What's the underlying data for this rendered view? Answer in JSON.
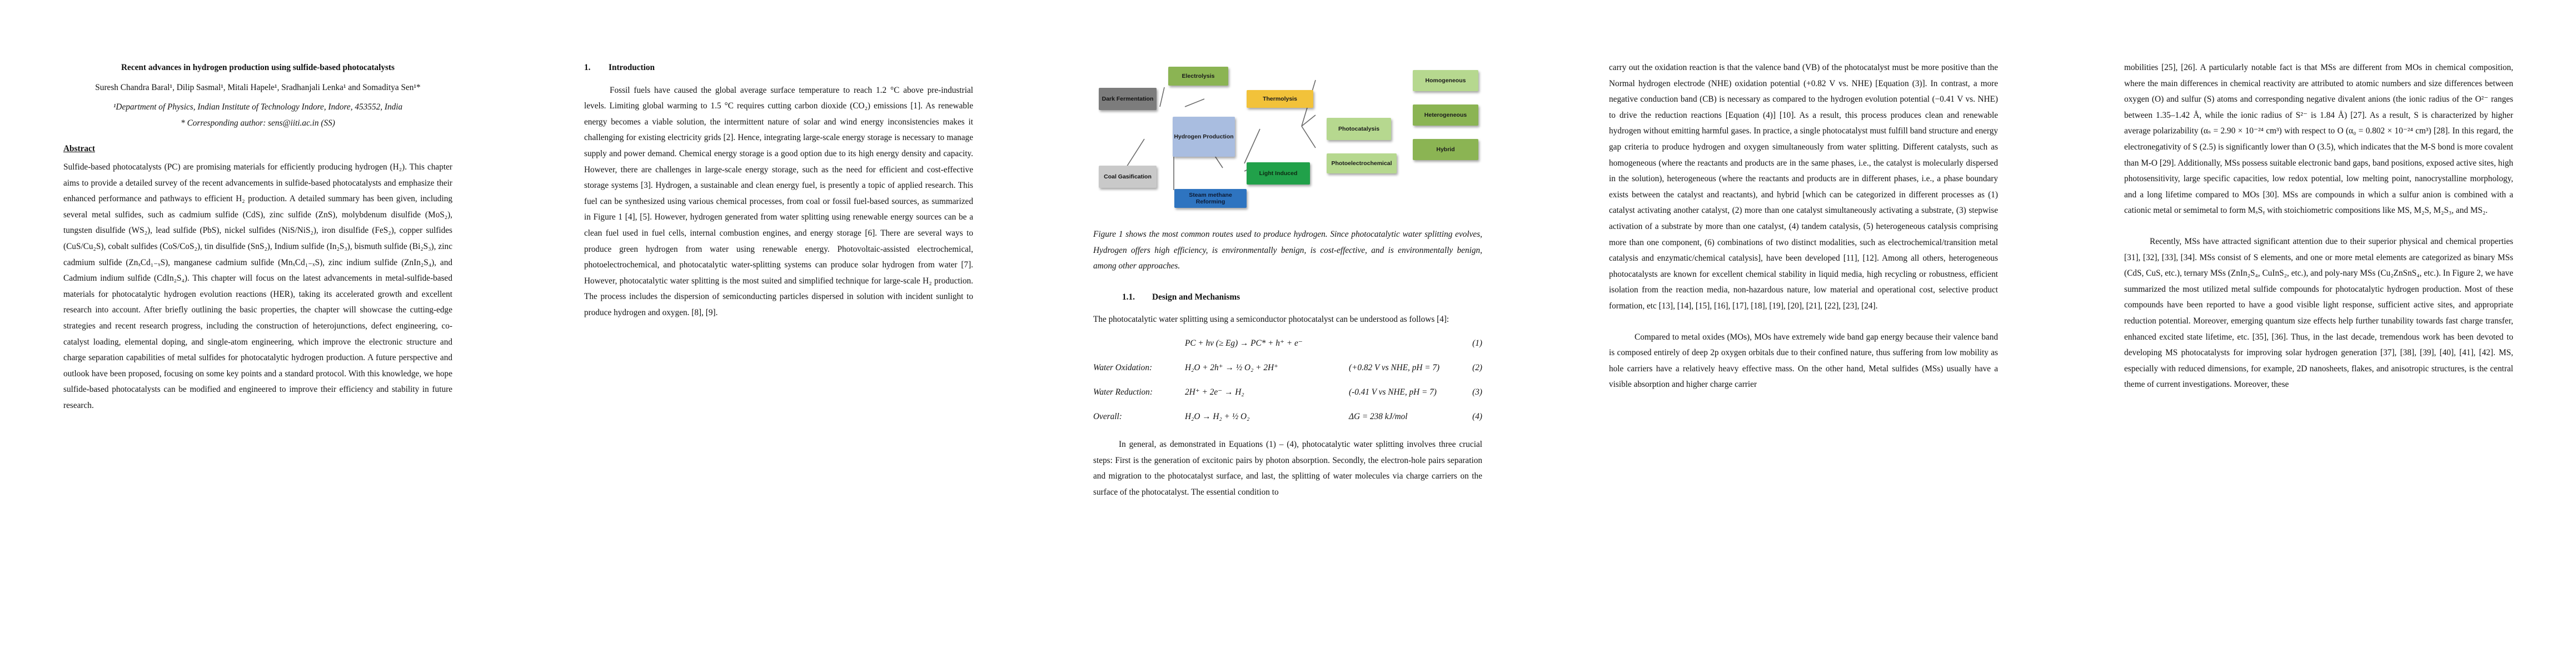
{
  "paper": {
    "title": "Recent advances in hydrogen production using sulfide-based photocatalysts",
    "authors": "Suresh Chandra Baral¹, Dilip Sasmal¹, Mitali Hapele¹, Sradhanjali Lenka¹ and Somaditya Sen¹*",
    "affiliation": "¹Department of Physics, Indian Institute of Technology Indore, Indore, 453552, India",
    "corresponding": "* Corresponding author: sens@iiti.ac.in (SS)",
    "abstract_heading": "Abstract",
    "abstract": "Sulfide-based photocatalysts (PC) are promising materials for efficiently producing hydrogen (H₂). This chapter aims to provide a detailed survey of the recent advancements in sulfide-based photocatalysts and emphasize their enhanced performance and pathways to efficient H₂ production. A detailed summary has been given, including several metal sulfides, such as cadmium sulfide (CdS), zinc sulfide (ZnS), molybdenum disulfide (MoS₂), tungsten disulfide (WS₂), lead sulfide (PbS), nickel sulfides (NiS/NiS₂), iron disulfide (FeS₂), copper sulfides (CuS/Cu₂S), cobalt sulfides (CoS/CoS₂), tin disulfide (SnS₂), Indium sulfide (In₂S₃), bismuth sulfide (Bi₂S₃), zinc cadmium sulfide (ZnₓCd₁₋ₓS), manganese cadmium sulfide (MnₓCd₁₋ₓS), zinc indium sulfide (ZnIn₂S₄), and Cadmium indium sulfide (CdIn₂S₄). This chapter will focus on the latest advancements in metal-sulfide-based materials for photocatalytic hydrogen evolution reactions (HER), taking its accelerated growth and excellent research into account. After briefly outlining the basic properties, the chapter will showcase the cutting-edge strategies and recent research progress, including the construction of heterojunctions, defect engineering, co-catalyst loading, elemental doping, and single-atom engineering, which improve the electronic structure and charge separation capabilities of metal sulfides for photocatalytic hydrogen production. A future perspective and outlook have been proposed, focusing on some key points and a standard protocol. With this knowledge, we hope sulfide-based photocatalysts can be modified and engineered to improve their efficiency and stability in future research."
  },
  "intro": {
    "heading_num": "1.",
    "heading": "Introduction",
    "para1": "Fossil fuels have caused the global average surface temperature to reach 1.2 °C above pre-industrial levels. Limiting global warming to 1.5 °C requires cutting carbon dioxide (CO₂) emissions [1]. As renewable energy becomes a viable solution, the intermittent nature of solar and wind energy inconsistencies makes it challenging for existing electricity grids [2]. Hence, integrating large-scale energy storage is necessary to manage supply and power demand. Chemical energy storage is a good option due to its high energy density and capacity. However, there are challenges in large-scale energy storage, such as the need for efficient and cost-effective storage systems [3]. Hydrogen, a sustainable and clean energy fuel, is presently a topic of applied research. This fuel can be synthesized using various chemical processes, from coal or fossil fuel-based sources, as summarized in Figure 1 [4], [5]. However, hydrogen generated from water splitting using renewable energy sources can be a clean fuel used in fuel cells, internal combustion engines, and energy storage [6]. There are several ways to produce green hydrogen from water using renewable energy. Photovoltaic-assisted electrochemical, photoelectrochemical, and photocatalytic water-splitting systems can produce solar hydrogen from water [7]. However, photocatalytic water splitting is the most suited and simplified technique for large-scale H₂ production. The process includes the dispersion of semiconducting particles dispersed in solution with incident sunlight to produce hydrogen and oxygen. [8], [9]."
  },
  "figure": {
    "caption": "Figure 1 shows the most common routes used to produce hydrogen. Since photocatalytic water splitting evolves, Hydrogen offers high efficiency, is environmentally benign, is cost-effective, and is environmentally benign, among other approaches.",
    "nodes": {
      "electrolysis": "Electrolysis",
      "thermolysis": "Thermolysis",
      "dark_fermentation": "Dark Fermentation",
      "hydrogen_production": "Hydrogen Production",
      "coal_gasification": "Coal Gasification",
      "steam_methane": "Steam methane Reforming",
      "light_induced": "Light Induced",
      "photocatalysis": "Photocatalysis",
      "photoelectrochemical": "Photoelectrochemical",
      "homogeneous": "Homogeneous",
      "heterogeneous": "Heterogeneous",
      "hybrid": "Hybrid"
    },
    "colors": {
      "green": "#8bb453",
      "yellow": "#f2c23a",
      "gray_dark": "#7c7c7c",
      "gray_light": "#c9c9c9",
      "blue_center": "#a9bde0",
      "blue_dark": "#2e74c0",
      "green_dark": "#21a14a",
      "green_light": "#b6d88f"
    }
  },
  "design": {
    "heading_num": "1.1.",
    "heading": "Design and Mechanisms",
    "intro": "The photocatalytic water splitting using a semiconductor photocatalyst can be understood as follows [4]:",
    "equations": [
      {
        "label": "",
        "expr": "PC + hν (≥ Eg) → PC* + h⁺ + e⁻",
        "cond": "",
        "no": "(1)"
      },
      {
        "label": "Water Oxidation:",
        "expr": "H₂O + 2h⁺ → ½ O₂ + 2H⁺",
        "cond": "(+0.82 V vs NHE, pH = 7)",
        "no": "(2)"
      },
      {
        "label": "Water Reduction:",
        "expr": "2H⁺ + 2e⁻ → H₂",
        "cond": "(-0.41 V vs NHE, pH = 7)",
        "no": "(3)"
      },
      {
        "label": "Overall:",
        "expr": "H₂O → H₂ + ½ O₂",
        "cond": "ΔG = 238 kJ/mol",
        "no": "(4)"
      }
    ],
    "para": "In general, as demonstrated in Equations (1) – (4), photocatalytic water splitting involves three crucial steps: First is the generation of excitonic pairs by photon absorption. Secondly, the electron-hole pairs separation and migration to the photocatalyst surface, and last, the splitting of water molecules via charge carriers on the surface of the photocatalyst. The essential condition to"
  },
  "page4": {
    "para1": "carry out the oxidation reaction is that the valence band (VB) of the photocatalyst must be more positive than the Normal hydrogen electrode (NHE) oxidation potential (+0.82 V vs. NHE) [Equation (3)]. In contrast, a more negative conduction band (CB) is necessary as compared to the hydrogen evolution potential (−0.41 V vs. NHE) to drive the reduction reactions [Equation (4)] [10]. As a result, this process produces clean and renewable hydrogen without emitting harmful gases. In practice, a single photocatalyst must fulfill band structure and energy gap criteria to produce hydrogen and oxygen simultaneously from water splitting. Different catalysts, such as homogeneous (where the reactants and products are in the same phases, i.e., the catalyst is molecularly dispersed in the solution), heterogeneous (where the reactants and products are in different phases, i.e., a phase boundary exists between the catalyst and reactants), and hybrid [which can be categorized in different processes as (1) catalyst activating another catalyst, (2) more than one catalyst simultaneously activating a substrate, (3) stepwise activation of a substrate by more than one catalyst, (4) tandem catalysis, (5) heterogeneous catalysis comprising more than one component, (6) combinations of two distinct modalities, such as electrochemical/transition metal catalysis and enzymatic/chemical catalysis], have been developed [11], [12]. Among all others, heterogeneous photocatalysts are known for excellent chemical stability in liquid media, high recycling or robustness, efficient isolation from the reaction media, non-hazardous nature, low material and operational cost, selective product formation, etc [13], [14], [15], [16], [17], [18], [19], [20], [21], [22], [23], [24].",
    "para2": "Compared to metal oxides (MOs), MOs have extremely wide band gap energy because their valence band is composed entirely of deep 2p oxygen orbitals due to their confined nature, thus suffering from low mobility as hole carriers have a relatively heavy effective mass. On the other hand, Metal sulfides (MSs) usually have a visible absorption and higher charge carrier"
  },
  "page5": {
    "para1": "mobilities [25], [26]. A particularly notable fact is that MSs are different from MOs in chemical composition, where the main differences in chemical reactivity are attributed to atomic numbers and size differences between oxygen (O) and sulfur (S) atoms and corresponding negative divalent anions (the ionic radius of the O²⁻ ranges between 1.35–1.42 Å, while the ionic radius of S²⁻ is 1.84 Å) [27]. As a result, S is characterized by higher average polarizability (αₛ = 2.90 × 10⁻²⁴ cm³) with respect to O (α₀ = 0.802 × 10⁻²⁴ cm³) [28]. In this regard, the electronegativity of S (2.5) is significantly lower than O (3.5), which indicates that the M-S bond is more covalent than M-O [29]. Additionally, MSs possess suitable electronic band gaps, band positions, exposed active sites, high photosensitivity, large specific capacities, low redox potential, low melting point, nanocrystalline morphology, and a long lifetime compared to MOs [30]. MSs are compounds in which a sulfur anion is combined with a cationic metal or semimetal to form MₓSᵧ with stoichiometric compositions like MS, M₂S, M₂S₃, and MS₂.",
    "para2": "Recently, MSs have attracted significant attention due to their superior physical and chemical properties [31], [32], [33], [34]. MSs consist of S elements, and one or more metal elements are categorized as binary MSs (CdS, CuS, etc.), ternary MSs (ZnIn₂S₄, CuInS₂, etc.), and poly-nary MSs (Cu₂ZnSnS₄, etc.). In Figure 2, we have summarized the most utilized metal sulfide compounds for photocatalytic hydrogen production. Most of these compounds have been reported to have a good visible light response, sufficient active sites, and appropriate reduction potential. Moreover, emerging quantum size effects help further tunability towards fast charge transfer, enhanced excited state lifetime, etc. [35], [36]. Thus, in the last decade, tremendous work has been devoted to developing MS photocatalysts for improving solar hydrogen generation [37], [38], [39], [40], [41], [42]. MS, especially with reduced dimensions, for example, 2D nanosheets, flakes, and anisotropic structures, is the central theme of current investigations. Moreover, these"
  }
}
